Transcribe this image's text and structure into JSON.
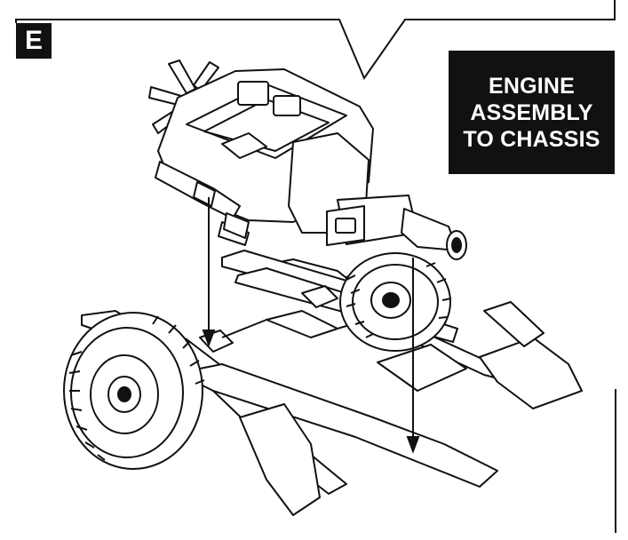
{
  "step": {
    "letter": "E"
  },
  "title": {
    "lines": [
      "ENGINE",
      "ASSEMBLY",
      "TO CHASSIS"
    ]
  },
  "icons": [
    "engine-illustration",
    "chassis-illustration",
    "wheel-illustration",
    "alignment-arrow"
  ]
}
